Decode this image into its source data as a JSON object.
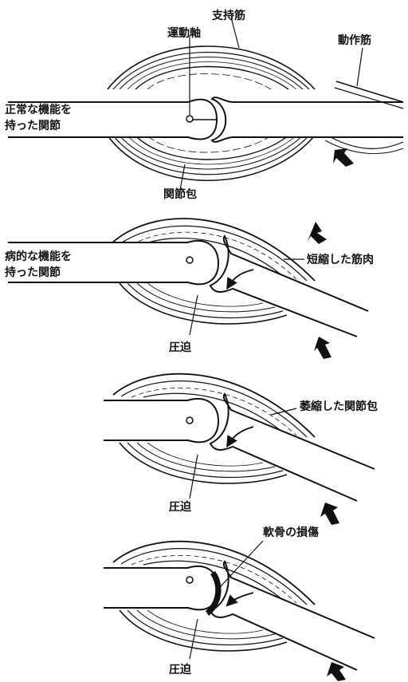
{
  "colors": {
    "ink": "#111111",
    "paper": "#ffffff"
  },
  "panels": [
    {
      "id": "normal",
      "side_label": [
        "正常な機能を",
        "持った関節"
      ],
      "labels": {
        "axis": "運動軸",
        "support_muscle": "支持筋",
        "action_muscle": "動作筋",
        "capsule": "関節包"
      }
    },
    {
      "id": "pathologic",
      "side_label": [
        "病的な機能を",
        "持った関節"
      ],
      "labels": {
        "shortened_muscle": "短縮した筋肉",
        "compression": "圧迫"
      }
    },
    {
      "id": "atrophy",
      "labels": {
        "atrophied_capsule": "萎縮した関節包",
        "compression": "圧迫"
      }
    },
    {
      "id": "cartilage",
      "labels": {
        "cartilage_damage": "軟骨の損傷",
        "compression": "圧迫"
      }
    }
  ]
}
